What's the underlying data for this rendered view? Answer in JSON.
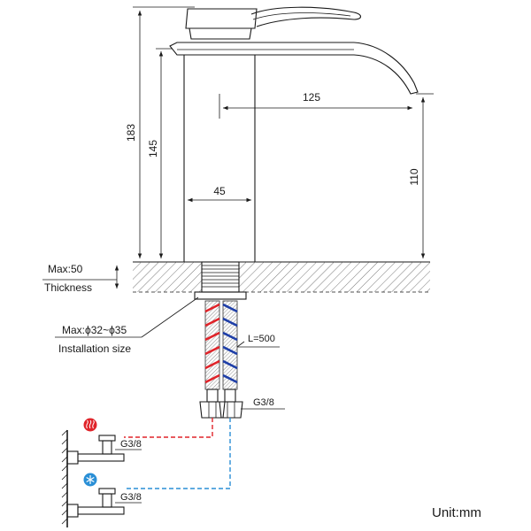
{
  "dimensions": {
    "total_height": "183",
    "body_height": "145",
    "spout_reach": "125",
    "spout_height": "110",
    "base_width": "45"
  },
  "labels": {
    "max_thickness_top": "Max:50",
    "max_thickness_bottom": "Thickness",
    "installation_top": "Max:ϕ32~ϕ35",
    "installation_bottom": "Installation size",
    "hose_length": "L=500",
    "thread_hose": "G3/8",
    "thread_hot_valve": "G3/8",
    "thread_cold_valve": "G3/8",
    "unit": "Unit:mm"
  },
  "colors": {
    "hot": "#e0242a",
    "cold": "#2a8fd6",
    "hose_blue": "#1f3fa8",
    "line": "#1a1a1a"
  },
  "icons": {
    "hot": "hot-water-icon",
    "cold": "cold-water-icon"
  }
}
